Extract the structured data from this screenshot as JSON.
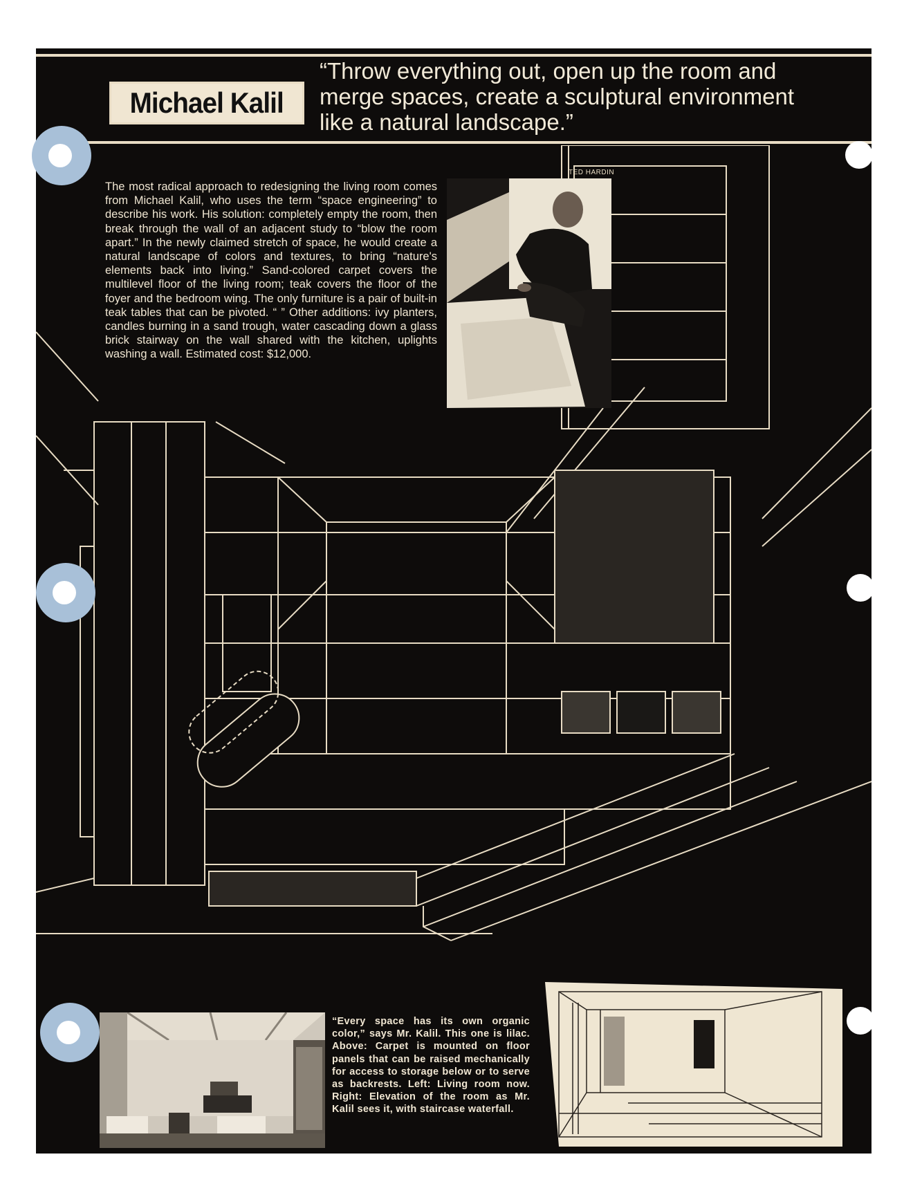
{
  "header": {
    "name": "Michael Kalil",
    "quote": "“Throw everything out, open up the room and merge spaces, create a sculptural environment like a natural landscape.”"
  },
  "photo_credit": "TED HARDIN",
  "article": {
    "body": "The most radical approach to redesigning the living room comes from Michael Kalil, who uses the term “space engineering” to describe his work. His solution: completely empty the room, then break through the wall of an adjacent study to “blow the room apart.” In the newly claimed stretch of space, he would create a natural landscape of colors and textures, to bring “nature's elements back into living.” Sand-colored carpet covers the multilevel floor of the living room; teak covers the floor of the foyer and the bedroom wing. The only furniture is a pair of built-in teak tables that can be pivoted. “ ” Other additions: ivy planters, candles burning in a sand trough, water cascading down a glass brick stairway on the wall shared with the kitchen, uplights washing a wall. Estimated cost: $12,000."
  },
  "caption": "“Every space has its own organic color,” says Mr. Kalil. This one is lilac. Above: Carpet is mounted on floor panels that can be raised mechanically for access to storage below or to serve as backrests. Left: Living room now. Right: Elevation of the room as Mr. Kalil sees it, with staircase waterfall.",
  "colors": {
    "page_background": "#0e0c0b",
    "ink_light": "#f0e6d2",
    "binder_ring": "#a8c0d8"
  }
}
